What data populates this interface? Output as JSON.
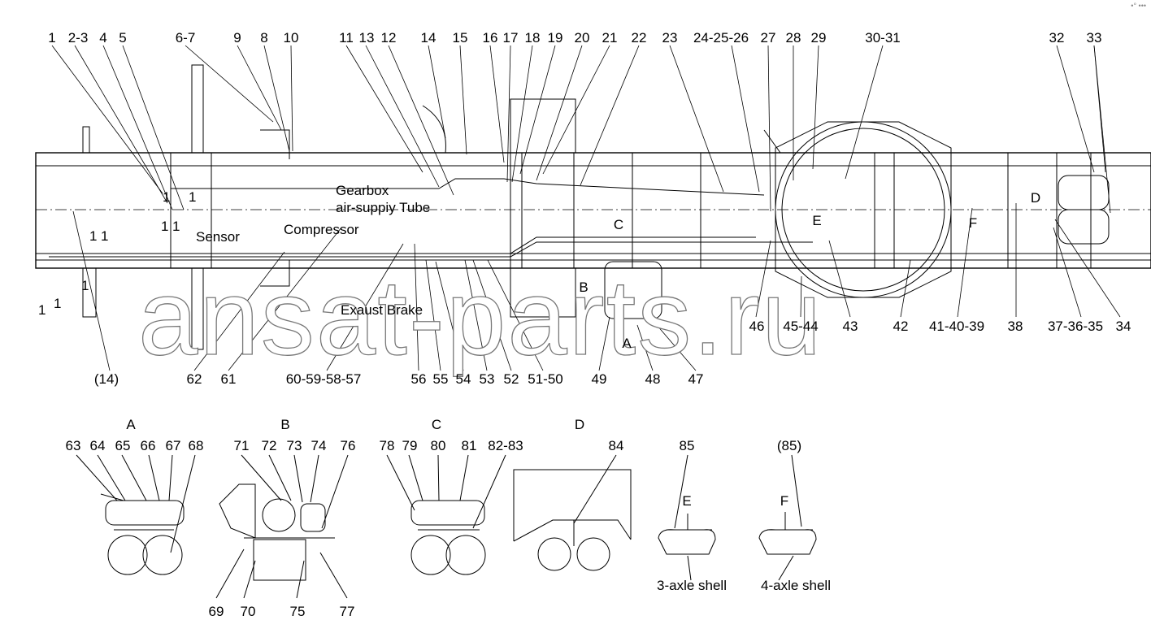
{
  "corner_mark": "•° •••",
  "watermark": "ansat-parts.ru",
  "top_labels": [
    "1",
    "2-3",
    "4",
    "5",
    "6-7",
    "9",
    "8",
    "10",
    "11",
    "13",
    "12",
    "14",
    "15",
    "16",
    "17",
    "18",
    "19",
    "20",
    "21",
    "22",
    "23",
    "24-25-26",
    "27",
    "28",
    "29",
    "30-31",
    "32",
    "33"
  ],
  "bottom_labels": [
    "(14)",
    "62",
    "61",
    "60-59-58-57",
    "56",
    "55",
    "54",
    "53",
    "52",
    "51-50",
    "49",
    "48",
    "47",
    "46",
    "45-44",
    "43",
    "42",
    "41-40-39",
    "38",
    "37-36-35",
    "34"
  ],
  "annotations": {
    "gearbox": "Gearbox",
    "air_supply": "air-suppiy  Tube",
    "compressor": "Compressor",
    "sensor": "Sensor",
    "exhaust": "Exaust  Brake"
  },
  "view_markers": [
    "C",
    "B",
    "A",
    "D",
    "E",
    "F"
  ],
  "small_ones": [
    "1",
    "1",
    "1",
    "1",
    "1",
    "1",
    "1",
    "1",
    "1"
  ],
  "detail_titles": [
    "A",
    "B",
    "C",
    "D"
  ],
  "detail_labels": [
    "63",
    "64",
    "65",
    "66",
    "67",
    "68",
    "71",
    "72",
    "73",
    "74",
    "76",
    "78",
    "79",
    "80",
    "81",
    "82-83",
    "84",
    "85",
    "(85)",
    "69",
    "70",
    "75",
    "77"
  ],
  "shell_letters": [
    "E",
    "F"
  ],
  "shell_captions": [
    "3-axle shell",
    "4-axle shell"
  ]
}
